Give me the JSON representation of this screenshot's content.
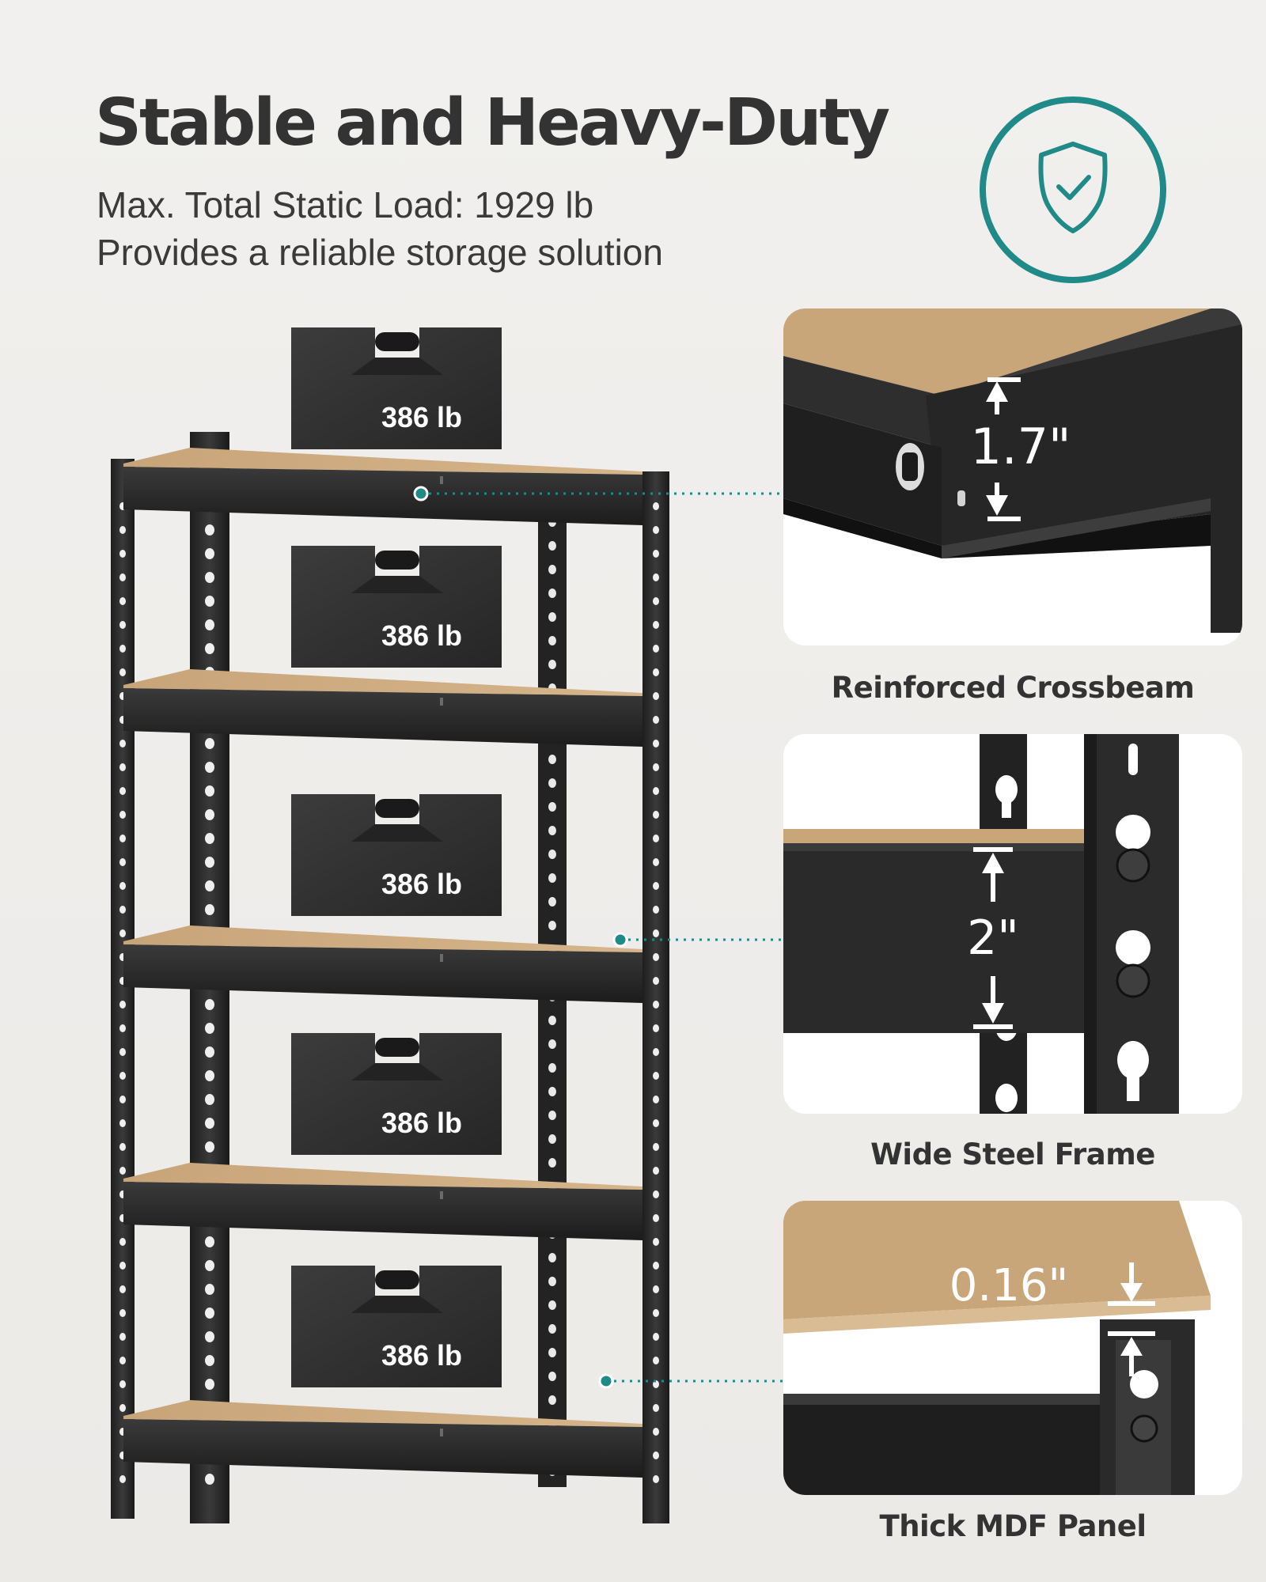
{
  "header": {
    "title": "Stable and Heavy-Duty",
    "subtitle_line1": "Max. Total Static Load: 1929 lb",
    "subtitle_line2": "Provides a reliable storage solution"
  },
  "badge": {
    "icon": "shield-check-icon",
    "color": "#1f8a87"
  },
  "weights": [
    {
      "label": "386 lb"
    },
    {
      "label": "386 lb"
    },
    {
      "label": "386 lb"
    },
    {
      "label": "386 lb"
    },
    {
      "label": "386 lb"
    }
  ],
  "details": [
    {
      "caption": "Reinforced Crossbeam",
      "measure": "1.7\""
    },
    {
      "caption": "Wide Steel Frame",
      "measure": "2\""
    },
    {
      "caption": "Thick MDF Panel",
      "measure": "0.16\""
    }
  ],
  "colors": {
    "accent": "#1f8a87",
    "steel": "#2b2b2b",
    "mdf": "#c9a57a",
    "background": "#efeeec"
  }
}
